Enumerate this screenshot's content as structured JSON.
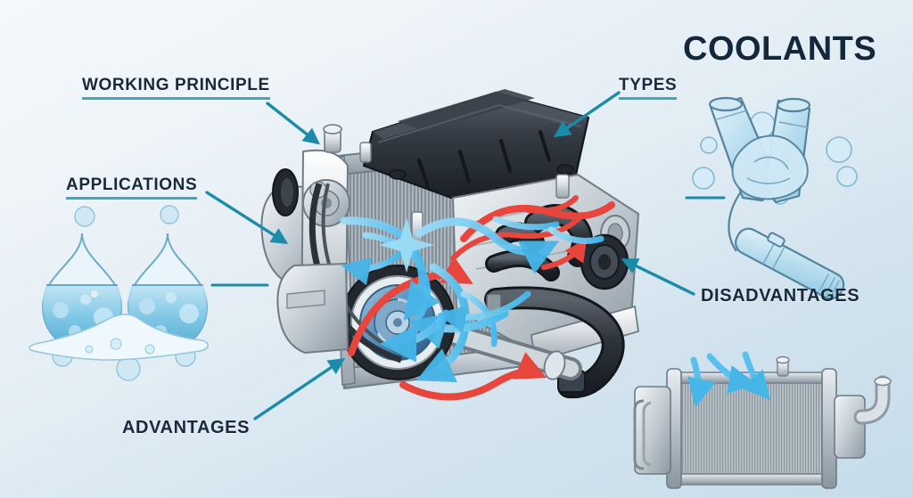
{
  "infographic": {
    "title": "COOLANTS",
    "theme": {
      "title_color": "#14283c",
      "label_color": "#17293b",
      "underline_color": "#3fa8bd",
      "leader_color": "#1a8ba8",
      "hot_flow_color": "#e8453c",
      "cold_flow_color": "#5bc4f0",
      "bg_top": "#f4f8fb",
      "bg_bottom": "#c6dcea"
    },
    "labels": [
      {
        "id": "working-principle",
        "text": "WORKING PRINCIPLE",
        "underlined": true
      },
      {
        "id": "applications",
        "text": "APPLICATIONS",
        "underlined": true
      },
      {
        "id": "types",
        "text": "TYPES",
        "underlined": true
      },
      {
        "id": "disadvantages",
        "text": "DISADVANTAGES",
        "underlined": false
      },
      {
        "id": "advantages",
        "text": "ADVANTAGES",
        "underlined": false
      }
    ],
    "illustrations": [
      {
        "id": "engine-cooling-system",
        "name": "cutaway car engine with radiator and coolant hoses"
      },
      {
        "id": "coolant-droplets",
        "name": "two blue liquid droplets with bubbles and splash"
      },
      {
        "id": "coolant-flasks",
        "name": "two glass flasks with coolant splash and test tube"
      },
      {
        "id": "heat-exchanger",
        "name": "radiator core with airflow arrows and outlet pipe"
      }
    ]
  }
}
